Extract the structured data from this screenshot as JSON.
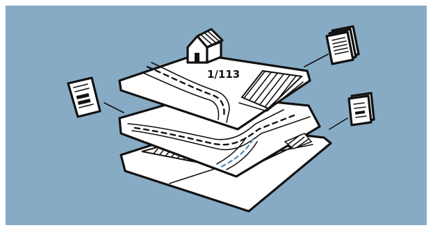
{
  "illustration": {
    "background_color": "#87abc4",
    "ink_color": "#111111",
    "paper_color": "#ffffff",
    "parcel_label": "1/113",
    "layers": [
      "top-parcel-layer",
      "middle-road-layer",
      "bottom-hatched-layer"
    ],
    "documents": [
      "document-top-right",
      "document-left",
      "document-right"
    ]
  }
}
